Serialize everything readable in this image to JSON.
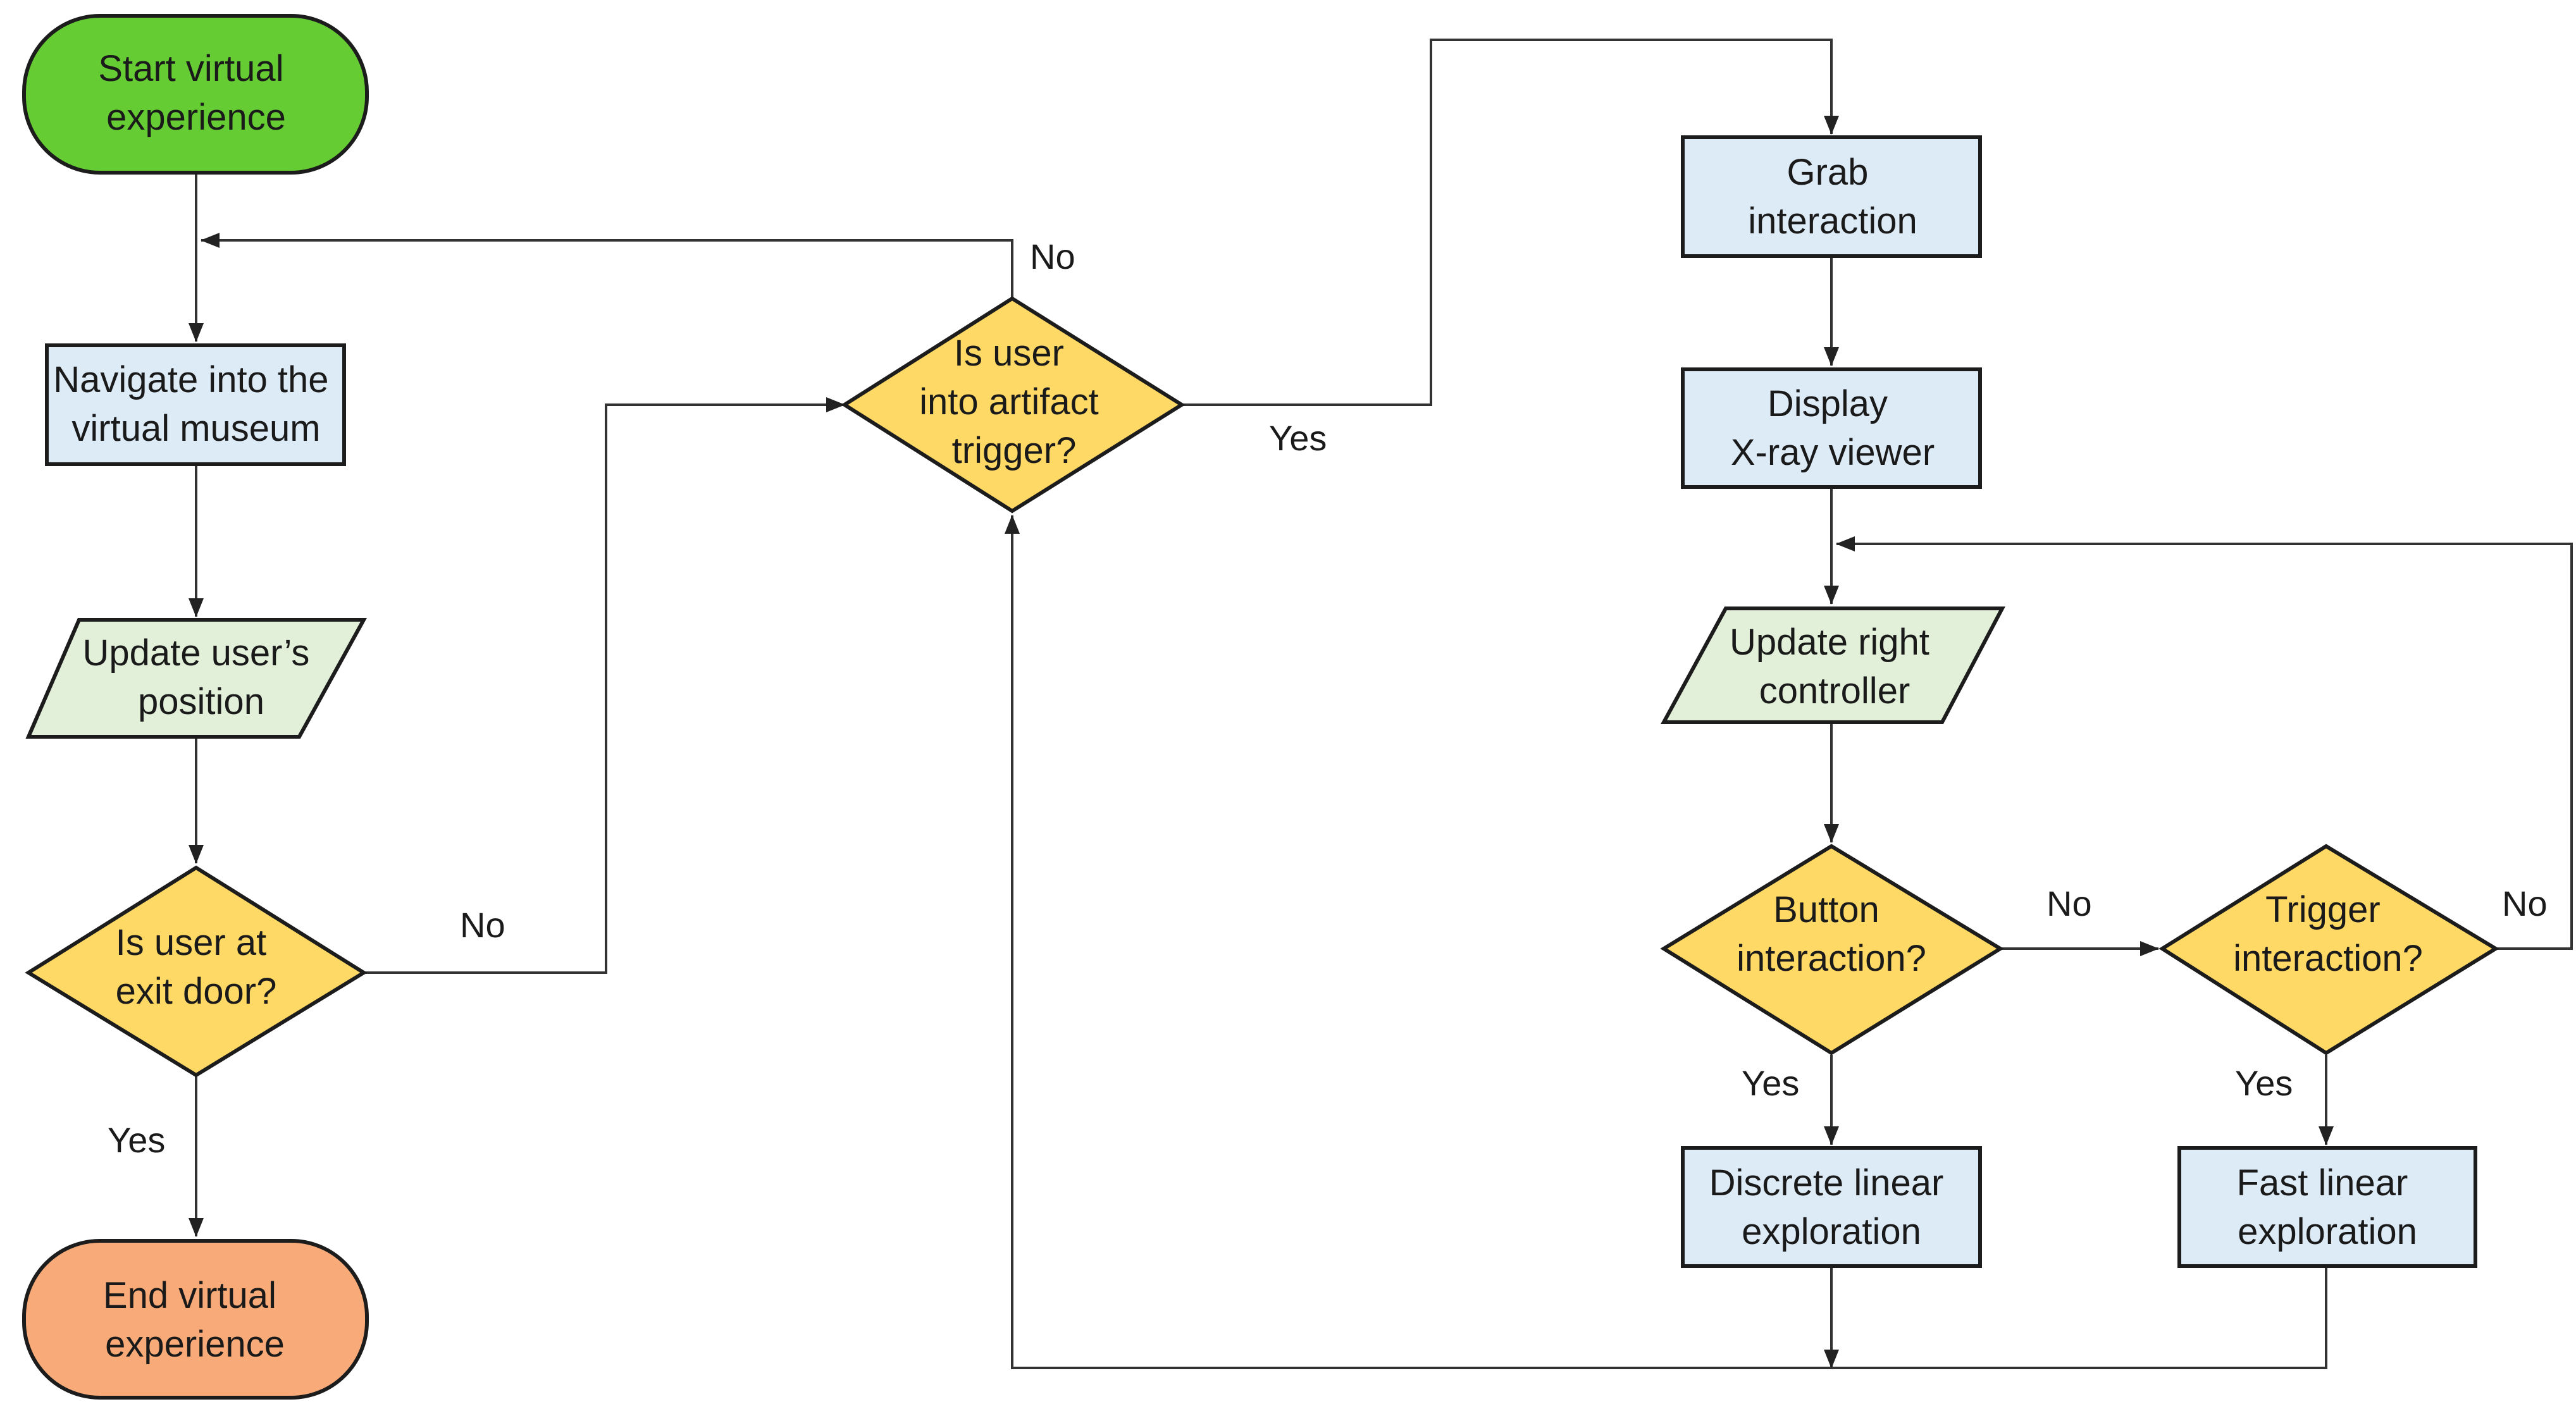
{
  "colors": {
    "terminal_start": "#66cc33",
    "terminal_end": "#f8ab78",
    "process": "#ddebf7",
    "io": "#e2f0d9",
    "decision": "#ffd966",
    "line": "#333333"
  },
  "nodes": {
    "start": {
      "shape": "terminal",
      "lines": [
        "Start virtual",
        "experience"
      ]
    },
    "navigate": {
      "shape": "process",
      "lines": [
        "Navigate into the",
        "virtual museum"
      ]
    },
    "update_pos": {
      "shape": "io",
      "lines": [
        "Update user’s",
        "position"
      ]
    },
    "exit_door": {
      "shape": "decision",
      "lines": [
        "Is user at",
        "exit door?"
      ]
    },
    "end": {
      "shape": "terminal",
      "lines": [
        "End virtual",
        "experience"
      ]
    },
    "artifact": {
      "shape": "decision",
      "lines": [
        "Is user",
        "into artifact",
        "trigger?"
      ]
    },
    "grab": {
      "shape": "process",
      "lines": [
        "Grab",
        "interaction"
      ]
    },
    "xray": {
      "shape": "process",
      "lines": [
        "Display",
        "X-ray viewer"
      ]
    },
    "update_ctrl": {
      "shape": "io",
      "lines": [
        "Update right",
        "controller"
      ]
    },
    "button": {
      "shape": "decision",
      "lines": [
        "Button",
        "interaction?"
      ]
    },
    "trigger": {
      "shape": "decision",
      "lines": [
        "Trigger",
        "interaction?"
      ]
    },
    "discrete": {
      "shape": "process",
      "lines": [
        "Discrete linear",
        "exploration"
      ]
    },
    "fast": {
      "shape": "process",
      "lines": [
        "Fast linear",
        "exploration"
      ]
    }
  },
  "edge_labels": {
    "artifact_no": "No",
    "artifact_yes": "Yes",
    "exit_no": "No",
    "exit_yes": "Yes",
    "button_no": "No",
    "button_yes": "Yes",
    "trigger_no": "No",
    "trigger_yes": "Yes"
  }
}
